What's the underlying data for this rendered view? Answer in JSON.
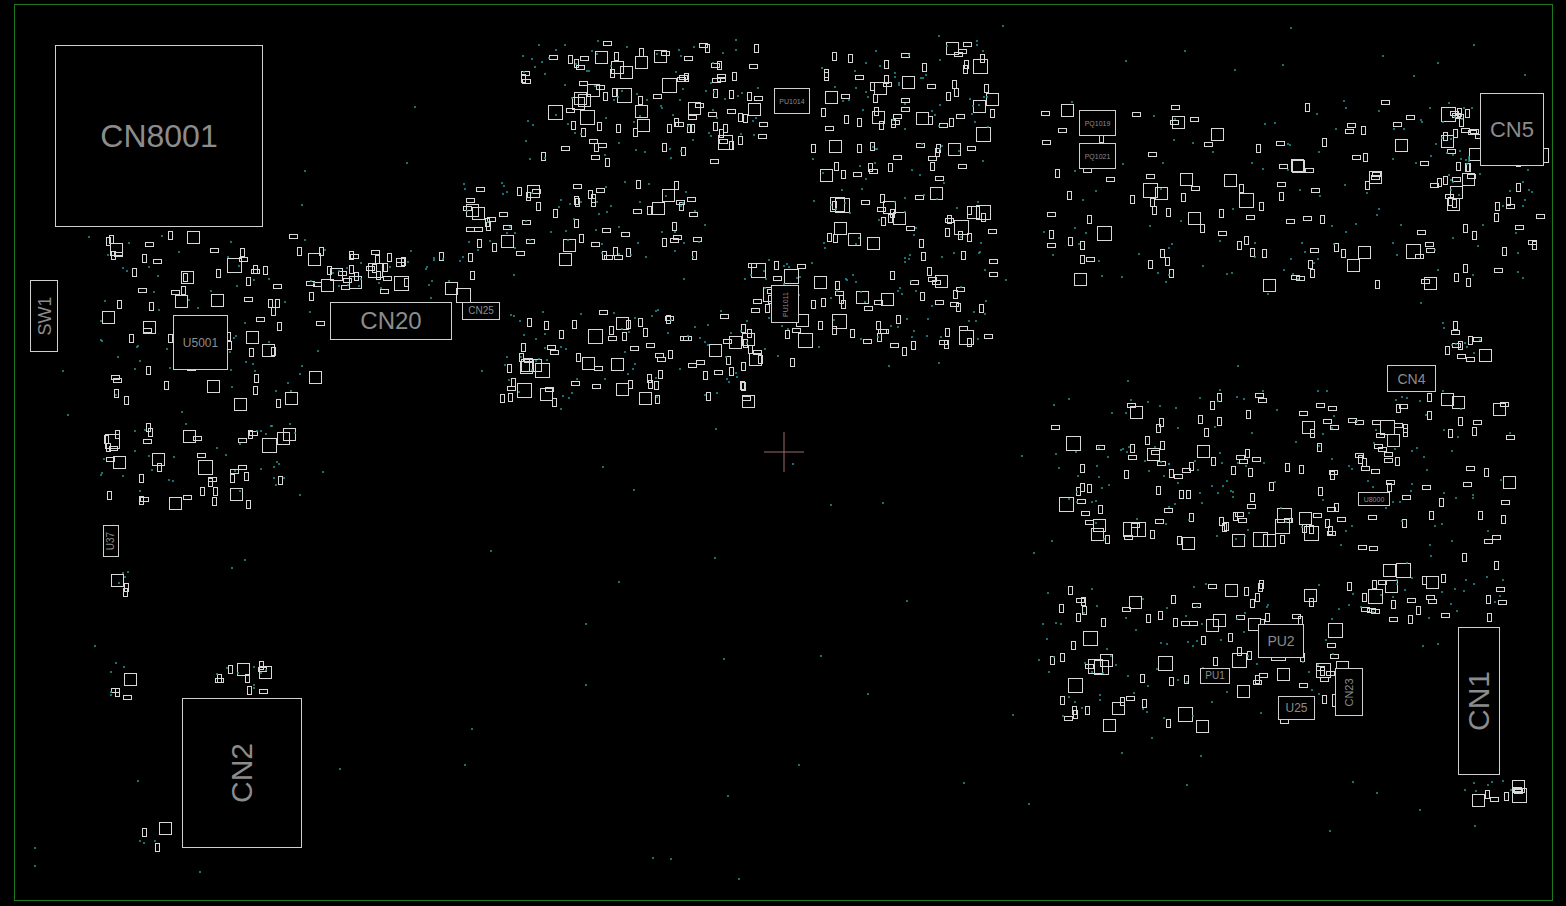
{
  "diagram": {
    "nodes": [
      {
        "text": [
          "CN8001"
        ]
      },
      {
        "text": [
          "SW1"
        ]
      },
      {
        "text": [
          "U5001"
        ]
      },
      {
        "text": [
          "CN20"
        ]
      },
      {
        "text": [
          "CN25"
        ]
      },
      {
        "text": [
          "U37"
        ]
      },
      {
        "text": [
          "CN2"
        ]
      },
      {
        "text": [
          "PU1014"
        ]
      },
      {
        "text": [
          "PU1011"
        ]
      },
      {
        "text": [
          "PQ1019"
        ]
      },
      {
        "text": [
          "PQ1021"
        ]
      },
      {
        "text": [
          "CN5"
        ]
      },
      {
        "text": [
          "CN4"
        ]
      },
      {
        "text": [
          "U8000"
        ]
      },
      {
        "text": [
          "PU2"
        ]
      },
      {
        "text": [
          "PU1"
        ]
      },
      {
        "text": [
          "U25"
        ]
      },
      {
        "text": [
          "CN23"
        ]
      },
      {
        "text": [
          "CN1"
        ]
      }
    ]
  }
}
